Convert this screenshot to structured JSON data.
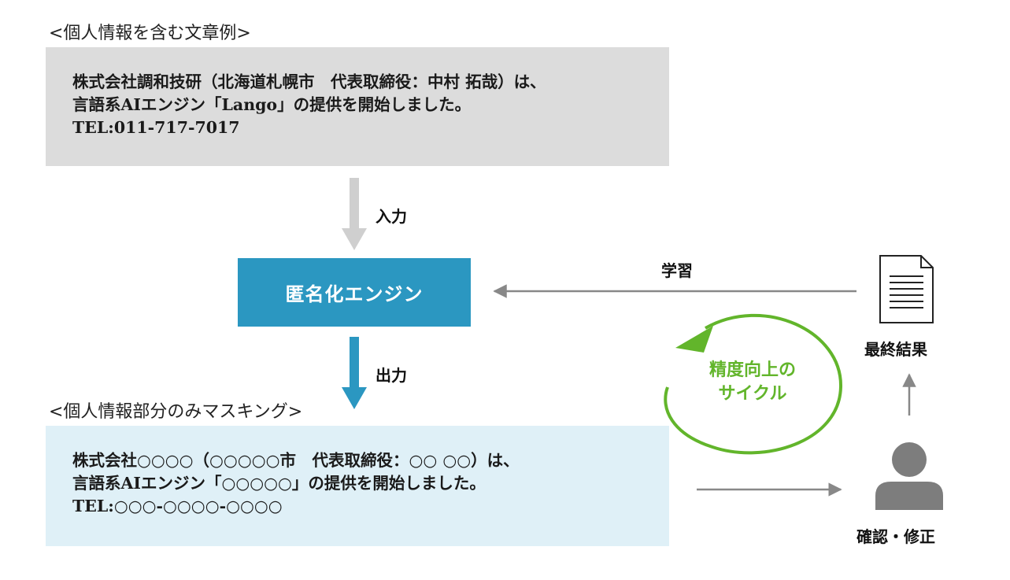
{
  "input_section": {
    "title": "<個人情報を含む文章例>",
    "lines": [
      "株式会社調和技研（北海道札幌市　代表取締役：中村 拓哉）は、",
      "言語系AIエンジン「Lango」の提供を開始しました。",
      "TEL:011-717-7017"
    ]
  },
  "arrows": {
    "input_label": "入力",
    "output_label": "出力",
    "learn_label": "学習"
  },
  "engine": {
    "label": "匿名化エンジン"
  },
  "output_section": {
    "title": "<個人情報部分のみマスキング>",
    "lines": [
      "株式会社○○○○（○○○○○市　代表取締役：○○ ○○）は、",
      "言語系AIエンジン「○○○○○」の提供を開始しました。",
      "TEL:○○○-○○○○-○○○○"
    ]
  },
  "cycle": {
    "line1": "精度向上の",
    "line2": "サイクル"
  },
  "final_result": {
    "label": "最終結果"
  },
  "review": {
    "label": "確認・修正"
  },
  "colors": {
    "input_box": "#dcdcdc",
    "output_box": "#dff0f7",
    "engine": "#2b97c1",
    "cycle": "#62b52b",
    "gray_arrow": "#888888"
  }
}
